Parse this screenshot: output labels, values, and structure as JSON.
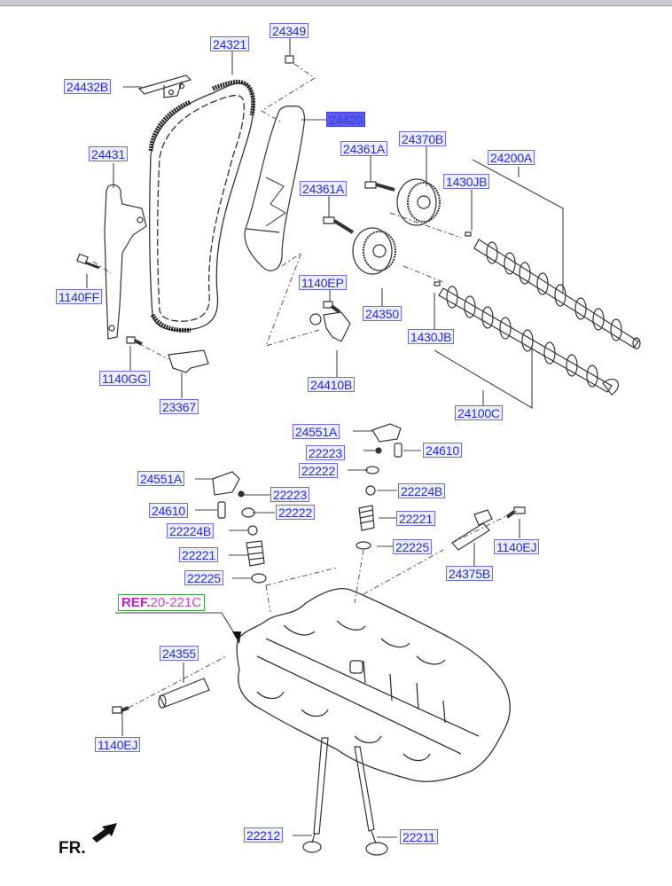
{
  "diagram": {
    "title": "Camshaft & Valve parts diagram",
    "highlighted_part": "24420",
    "colors": {
      "label_fill": "#eceefe",
      "label_border": "#6b6fe0",
      "label_text": "#2a2fd0",
      "highlight_fill": "#5a5cf0",
      "ref_text": "#c020c0",
      "ref_border": "#3a9a3a"
    }
  },
  "labels": {
    "l24349": "24349",
    "l24321": "24321",
    "l24432B": "24432B",
    "l24420": "24420",
    "l24431": "24431",
    "l24361A_1": "24361A",
    "l24370B": "24370B",
    "l24200A": "24200A",
    "l1430JB_1": "1430JB",
    "l24361A_2": "24361A",
    "l1140FF": "1140FF",
    "l1140EP": "1140EP",
    "l24350": "24350",
    "l1430JB_2": "1430JB",
    "l1140GG": "1140GG",
    "l24410B": "24410B",
    "l24100C": "24100C",
    "l23367": "23367",
    "l24551A_1": "24551A",
    "l22223_1": "22223",
    "l24610_1": "24610",
    "l22222_1": "22222",
    "l24551A_2": "24551A",
    "l22224B_1": "22224B",
    "l22223_2": "22223",
    "l24610_2": "24610",
    "l22222_2": "22222",
    "l22221_1": "22221",
    "l22224B_2": "22224B",
    "l22225_1": "22225",
    "l1140EJ_1": "1140EJ",
    "l22221_2": "22221",
    "l24375B": "24375B",
    "l22225_2": "22225",
    "l24355": "24355",
    "l1140EJ_2": "1140EJ",
    "l22212": "22212",
    "l22211": "22211"
  },
  "ref": {
    "prefix": "REF.",
    "code": "20-221C"
  },
  "front_marker": "FR."
}
